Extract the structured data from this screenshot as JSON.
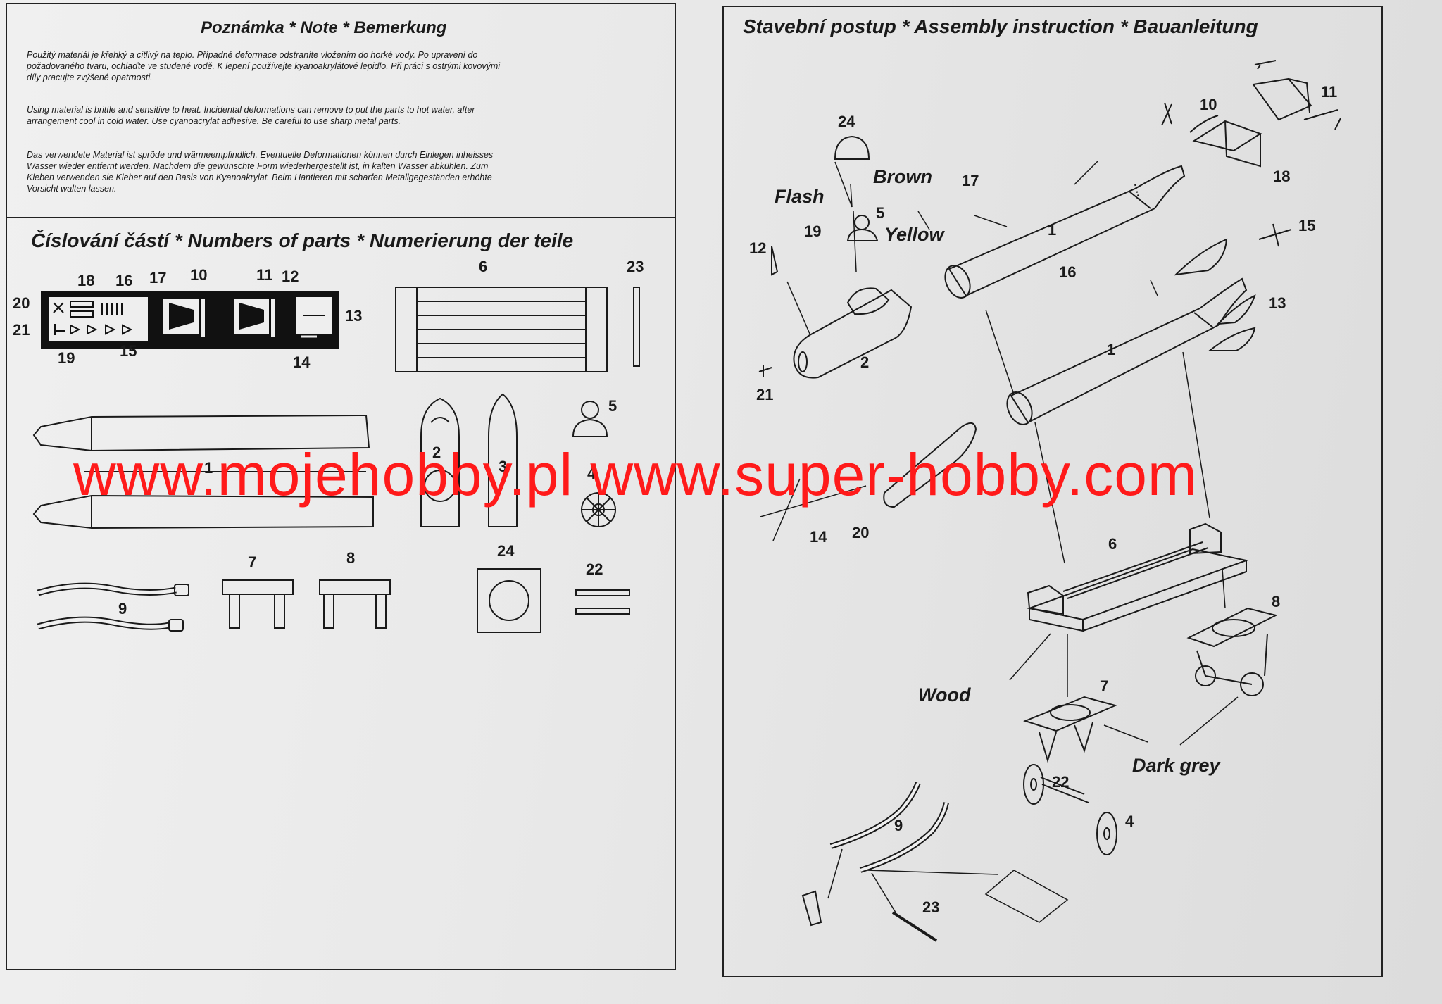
{
  "note": {
    "title": "Poznámka * Note * Bemerkung",
    "cz": "Použitý materiál je křehký a citlivý na teplo. Případné deformace odstraníte vložením do horké vody. Po upravení do požadovaného tvaru, ochlaďte ve studené vodě. K lepení používejte kyanoakrylátové lepidlo. Při práci s ostrými kovovými díly pracujte zvýšené opatrnosti.",
    "en": "Using material is brittle and sensitive to heat. Incidental deformations can remove to put the parts to hot water, after arrangement cool in cold water. Use cyanoacrylat adhesive. Be careful to use sharp metal parts.",
    "de": "Das verwendete Material ist spröde und wärmeempfindlich. Eventuelle Deformationen können durch Einlegen inheisses Wasser wieder entfernt werden. Nachdem die gewünschte Form wiederhergestellt ist, in kalten Wasser abkühlen. Zum Kleben verwenden sie Kleber auf den Basis von Kyanoakrylat. Beim Hantieren mit scharfen Metallgegeständen erhöhte Vorsicht walten lassen."
  },
  "parts": {
    "title": "Číslování částí * Numbers of parts * Numerierung der teile",
    "labels": {
      "p18": "18",
      "p16": "16",
      "p17": "17",
      "p10": "10",
      "p11": "11",
      "p12": "12",
      "p20": "20",
      "p21": "21",
      "p13": "13",
      "p19": "19",
      "p15": "15",
      "p14": "14",
      "p6": "6",
      "p23": "23",
      "p5": "5",
      "p1": "1",
      "p2": "2",
      "p3": "3",
      "p4": "4",
      "p7": "7",
      "p8": "8",
      "p9": "9",
      "p24": "24",
      "p22": "22"
    }
  },
  "assembly": {
    "title": "Stavební postup * Assembly instruction * Bauanleitung",
    "colors": {
      "brown": "Brown",
      "flash": "Flash",
      "yellow": "Yellow",
      "wood": "Wood",
      "dark_grey": "Dark grey"
    },
    "labels": {
      "a24": "24",
      "a17": "17",
      "a5": "5",
      "a19": "19",
      "a12": "12",
      "a2": "2",
      "a21": "21",
      "a1_top": "1",
      "a1_bottom": "1",
      "a10": "10",
      "a11": "11",
      "a18": "18",
      "a16": "16",
      "a15": "15",
      "a13": "13",
      "a14": "14",
      "a20": "20",
      "a6": "6",
      "a8": "8",
      "a7": "7",
      "a22": "22",
      "a4": "4",
      "a9": "9",
      "a23": "23"
    }
  },
  "watermark": "www.mojehobby.pl  www.super-hobby.com",
  "accent": {
    "watermark_color": "#ff1a1a",
    "ink": "#1a1a1a",
    "paper": "#ececec"
  }
}
